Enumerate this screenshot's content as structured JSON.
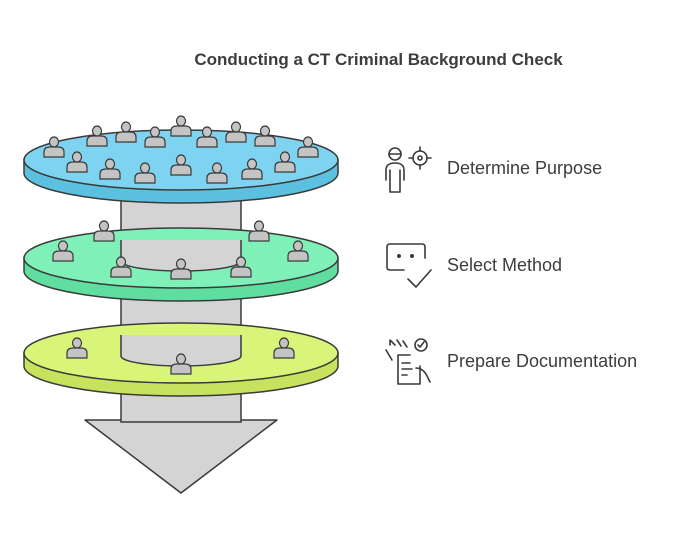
{
  "title": "Conducting a CT Criminal Background Check",
  "steps": [
    {
      "label": "Determine Purpose",
      "icon": "person-target-icon",
      "color": "#7dd3f0"
    },
    {
      "label": "Select Method",
      "icon": "screen-check-icon",
      "color": "#7ff0b8"
    },
    {
      "label": "Prepare Documentation",
      "icon": "document-hand-check-icon",
      "color": "#d8f57a"
    }
  ],
  "colors": {
    "arrow": "#d4d4d4",
    "stroke": "#3a3a3a",
    "person": "#c4c4c4"
  }
}
